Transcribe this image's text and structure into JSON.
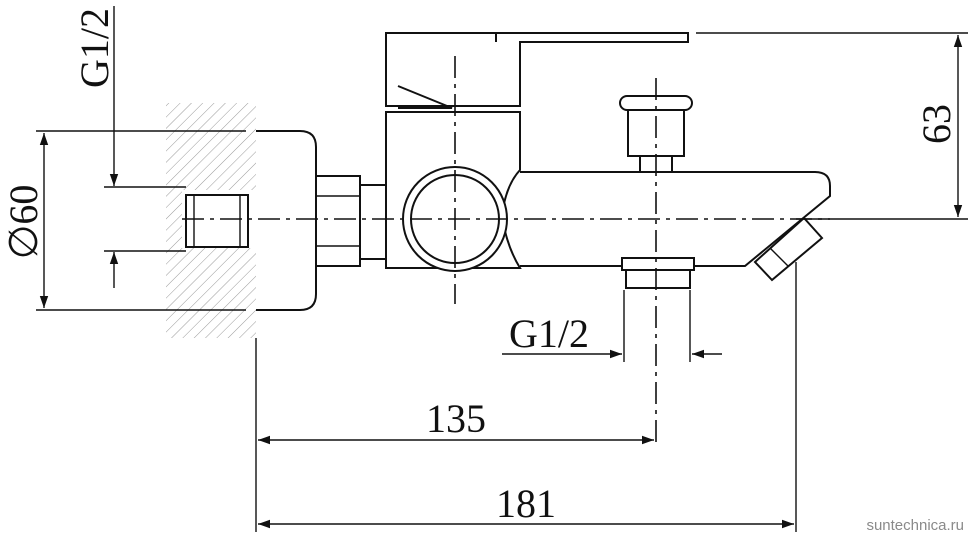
{
  "labels": {
    "inlet_thread": "G1/2",
    "diameter": "∅60",
    "height": "63",
    "outlet_thread": "G1/2",
    "length_short": "135",
    "length_long": "181"
  },
  "watermark": "suntechnica.ru"
}
